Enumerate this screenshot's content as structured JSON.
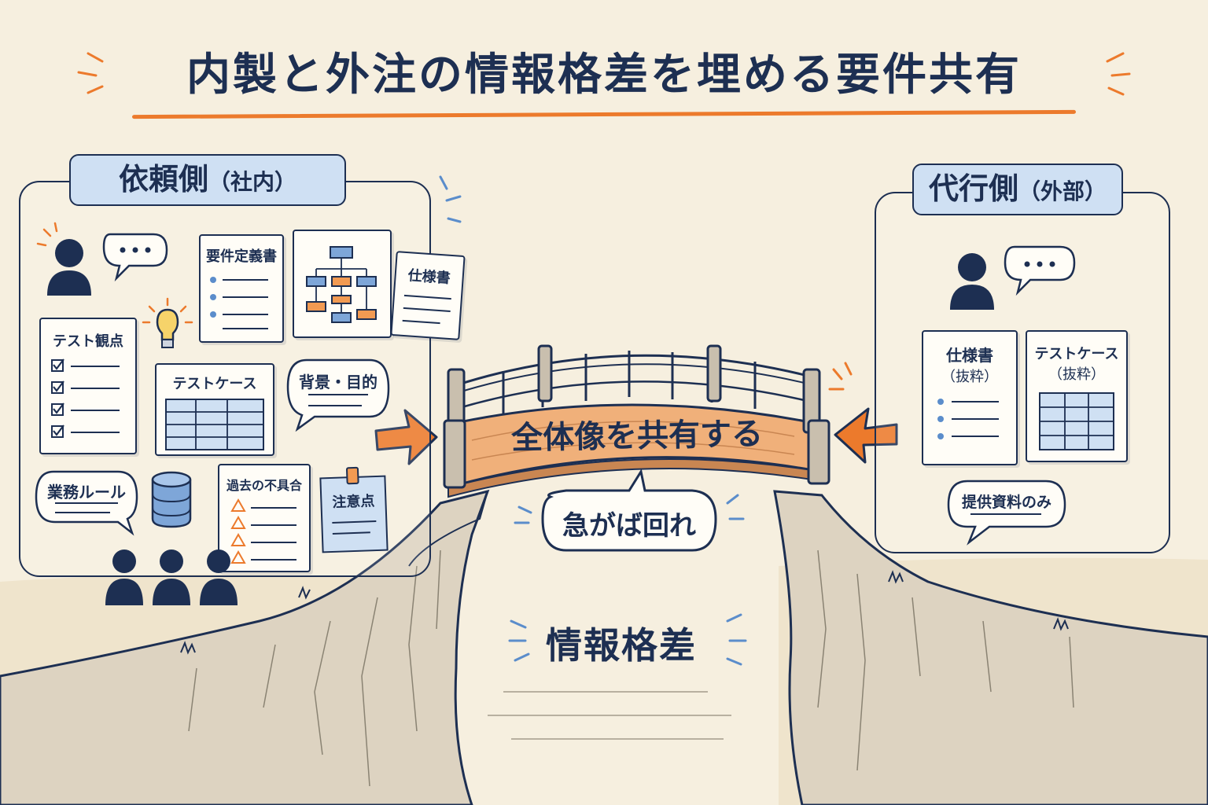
{
  "title": "内製と外注の情報格差を埋める要件共有",
  "client_side": {
    "label": "依頼側",
    "label_sub": "（社内）",
    "items": {
      "requirements_doc": "要件定義書",
      "spec_doc": "仕様書",
      "test_viewpoints": "テスト観点",
      "test_cases": "テストケース",
      "background_purpose": "背景・目的",
      "business_rules": "業務ルール",
      "past_defects": "過去の不具合",
      "cautions": "注意点"
    }
  },
  "vendor_side": {
    "label": "代行側",
    "label_sub": "（外部）",
    "items": {
      "spec_excerpt_title": "仕様書",
      "spec_excerpt_sub": "（抜粋）",
      "testcase_excerpt_title": "テストケース",
      "testcase_excerpt_sub": "（抜粋）",
      "provided_only": "提供資料のみ"
    }
  },
  "bridge": {
    "label": "全体像を共有する"
  },
  "proverb": "急がば回れ",
  "gap_label": "情報格差",
  "colors": {
    "navy": "#1d2f52",
    "orange": "#ec7a2c",
    "light_blue": "#cfe0f3",
    "background": "#f6efdf",
    "bridge_wood": "#f0b07a"
  },
  "icons": [
    "person-icon",
    "speech-bubble-icon",
    "lightbulb-icon",
    "database-icon",
    "flowchart-icon",
    "checkbox-icon",
    "warning-icon",
    "pin-icon",
    "arrow-right-icon",
    "arrow-left-icon",
    "grid-table-icon"
  ]
}
